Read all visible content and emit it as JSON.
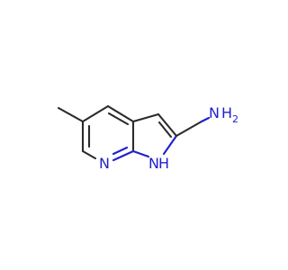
{
  "molecule": {
    "atoms": {
      "pyridine_n": {
        "label": "N"
      },
      "pyrrole_n": {
        "label": "N"
      },
      "pyrrole_h": {
        "label": "H"
      },
      "amine_n": {
        "label": "N"
      },
      "amine_h": {
        "label": "H"
      },
      "amine_h_count": {
        "label": "2"
      }
    }
  },
  "colors": {
    "bond": "#2b2b2b",
    "heteroatom": "#1f1fd0",
    "background": "#ffffff"
  }
}
